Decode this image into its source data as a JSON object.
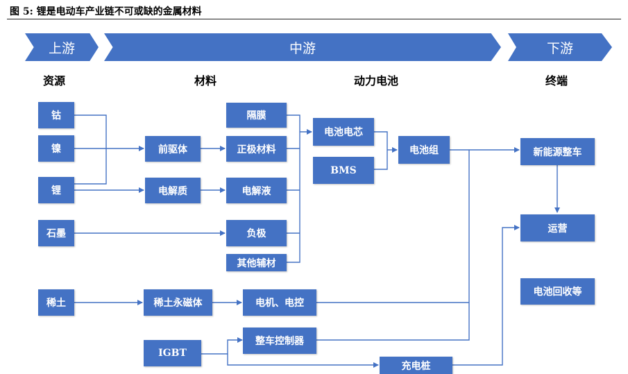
{
  "caption": "图 5: 锂是电动车产业链不可或缺的金属材料",
  "stages": {
    "upstream": "上游",
    "midstream": "中游",
    "downstream": "下游"
  },
  "columns": {
    "resources": "资源",
    "materials": "材料",
    "battery": "动力电池",
    "terminal": "终端"
  },
  "nodes": {
    "cobalt": "钴",
    "nickel": "镍",
    "lithium": "锂",
    "graphite": "石墨",
    "rare_earth": "稀土",
    "igbt": "IGBT",
    "precursor": "前驱体",
    "electrolyte": "电解质",
    "rare_earth_magnet": "稀土永磁体",
    "separator": "隔膜",
    "cathode": "正极材料",
    "electrolyte_liquid": "电解液",
    "anode": "负极",
    "other_materials": "其他辅材",
    "motor_control": "电机、电控",
    "vehicle_controller": "整车控制器",
    "cell": "电池电芯",
    "bms": "BMS",
    "pack": "电池组",
    "charging_pile": "充电桩",
    "nev": "新能源整车",
    "operation": "运营",
    "recycling": "电池回收等"
  },
  "colors": {
    "box_fill": "#4472c4",
    "line": "#4472c4",
    "text": "#ffffff"
  }
}
